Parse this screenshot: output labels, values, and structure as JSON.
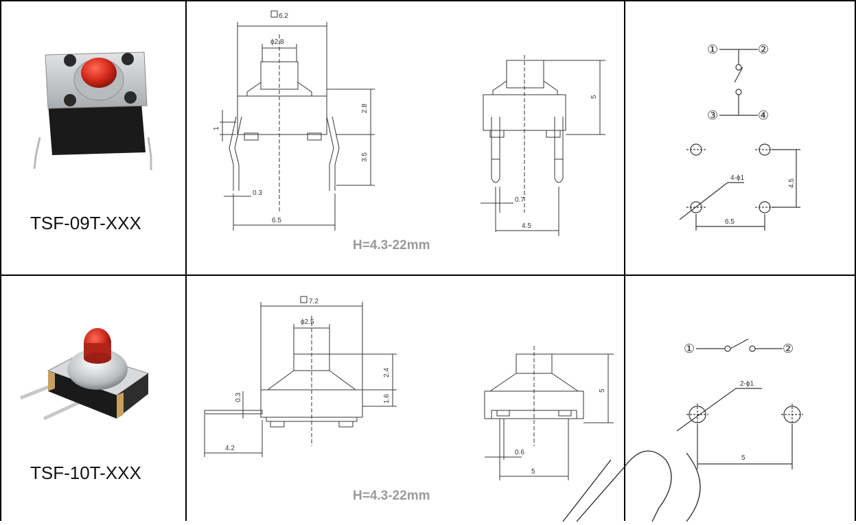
{
  "rows": [
    {
      "model": "TSF-09T-XXX",
      "height": "H=4.3-22mm",
      "dims": {
        "square": "6.2",
        "phi": "ϕ2.8",
        "h_body": "2.8",
        "h_leg": "3.5",
        "offset": "1",
        "lead": "0.3",
        "width": "6.5",
        "side_lead": "0.7",
        "side_width": "4.5",
        "side_height": "5"
      },
      "schematic": {
        "pins": [
          "①",
          "②",
          "③",
          "④"
        ],
        "holes": "4-ϕ1",
        "spacing_x": "6.5",
        "spacing_y": "4.5"
      }
    },
    {
      "model": "TSF-10T-XXX",
      "height": "H=4.3-22mm",
      "dims": {
        "square": "7.2",
        "phi": "ϕ2.5",
        "h_cap": "2.4",
        "h_body": "1.6",
        "lead": "0.3",
        "lead_len": "4.2",
        "side_lead": "0.6",
        "side_width": "5",
        "side_height": "5"
      },
      "schematic": {
        "pins": [
          "①",
          "②"
        ],
        "holes": "2-ϕ1",
        "spacing_x": "5"
      }
    }
  ],
  "colors": {
    "cap_red": "#cc2a1e",
    "body_black": "#1a1a1a",
    "frame_silver": "#c9cbcd"
  }
}
